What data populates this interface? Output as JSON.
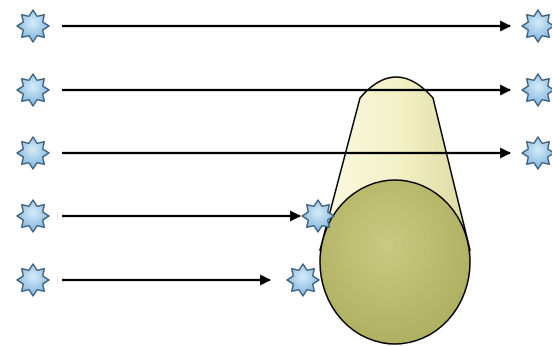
{
  "diagram": {
    "background": "#ffffff",
    "star_fill": "#7fb3dd",
    "star_fill_light": "#d6ecf8",
    "star_stroke": "#3a5f7d",
    "arrow_color": "#000000",
    "cone_fill": "#f2f0c4",
    "cone_stroke": "#000000",
    "base_fill": "#bdbd72",
    "rows": [
      {
        "source_icon": "star-icon",
        "arrow": "arrow-right",
        "target_icon": "star-icon",
        "target_position": "right-column"
      },
      {
        "source_icon": "star-icon",
        "arrow": "arrow-right",
        "target_icon": "star-icon",
        "target_position": "right-column"
      },
      {
        "source_icon": "star-icon",
        "arrow": "arrow-right",
        "target_icon": "star-icon",
        "target_position": "right-column"
      },
      {
        "source_icon": "star-icon",
        "arrow": "arrow-right",
        "target_icon": "star-icon",
        "target_position": "cone-side"
      },
      {
        "source_icon": "star-icon",
        "arrow": "arrow-right",
        "target_icon": "star-icon",
        "target_position": "cone-side"
      }
    ],
    "shape": "cone"
  }
}
